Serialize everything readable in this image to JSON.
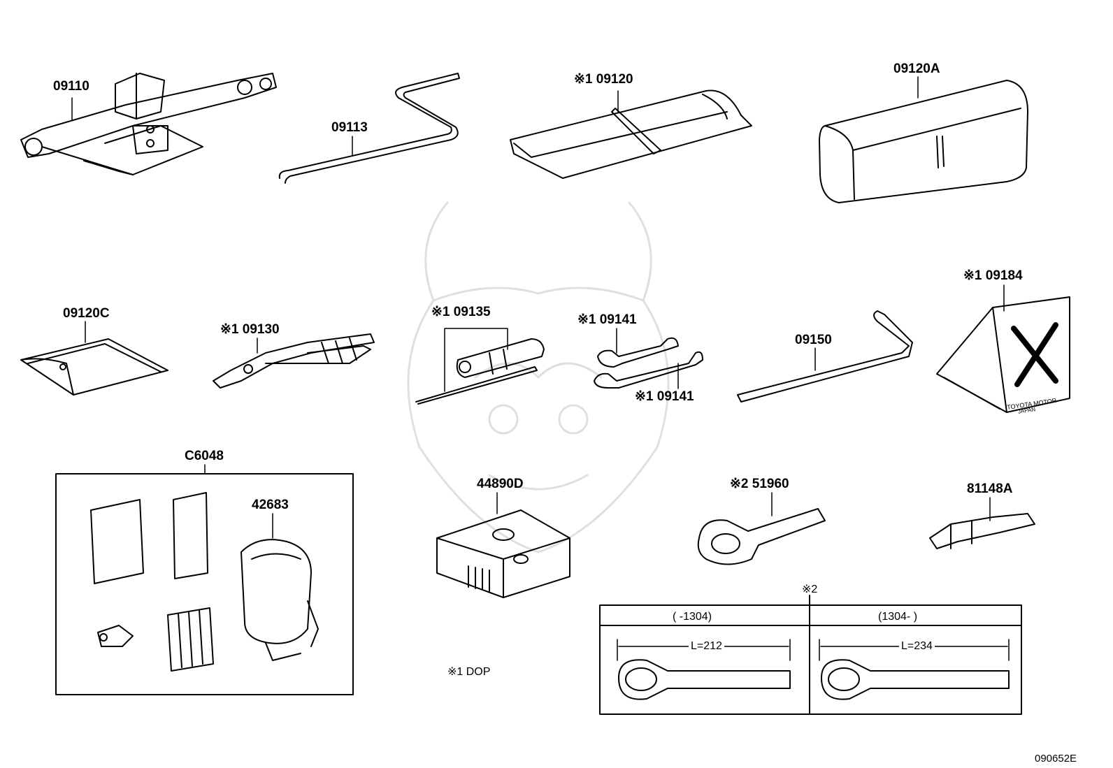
{
  "parts": {
    "p09110": "09110",
    "p09113": "09113",
    "p09120": "※1 09120",
    "p09120A": "09120A",
    "p09120C": "09120C",
    "p09130": "※1 09130",
    "p09135": "※1 09135",
    "p09141a": "※1 09141",
    "p09141b": "※1 09141",
    "p09150": "09150",
    "p09184": "※1 09184",
    "pC6048": "C6048",
    "p42683": "42683",
    "p44890D": "44890D",
    "p51960": "※2 51960",
    "p81148A": "81148A"
  },
  "notes": {
    "dop": "※1  DOP",
    "ref2": "※2",
    "diagram_code": "090652E"
  },
  "variant_table": {
    "left_header": "(         -1304)",
    "right_header": "(1304-          )",
    "left_length": "L=212",
    "right_length": "L=234"
  },
  "chock_text": {
    "brand": "TOYOTA MOTOR",
    "country": "JAPAN"
  }
}
